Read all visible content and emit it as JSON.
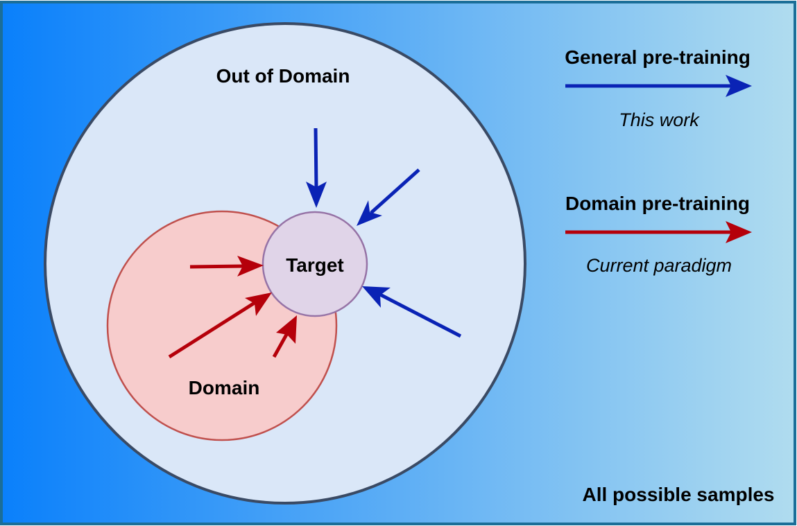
{
  "labels": {
    "universe": "All possible samples",
    "out_of_domain": "Out of Domain",
    "domain": "Domain",
    "target": "Target"
  },
  "legend": {
    "general": {
      "title": "General pre-training",
      "subtitle": "This work",
      "color": "#0a23b5"
    },
    "domain": {
      "title": "Domain pre-training",
      "subtitle": "Current paradigm",
      "color": "#b5000a"
    }
  },
  "colors": {
    "background_left": "#0a80fb",
    "background_right": "#b0dcef",
    "frame_border": "#1b6e98",
    "out_of_domain_fill": "#dae7f8",
    "out_of_domain_stroke": "#3a4a64",
    "domain_fill": "#f7cccc",
    "domain_stroke": "#c0504d",
    "target_fill": "#e0d4e8",
    "target_stroke": "#9673a6"
  }
}
